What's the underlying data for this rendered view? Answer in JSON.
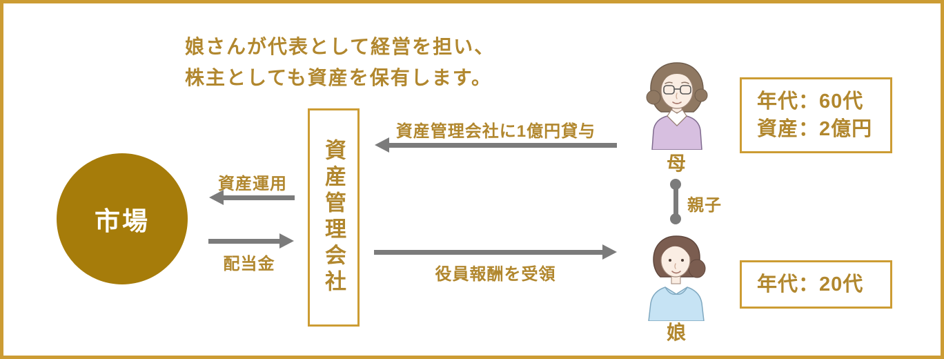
{
  "colors": {
    "frame_border": "#CC9C33",
    "accent_text_gold": "#B1872E",
    "market_circle_fill": "#A67C0A",
    "market_text": "#FFFFFF",
    "arrow_gray": "#7B7B7B"
  },
  "intro": {
    "line1": "娘さんが代表として経営を担い、",
    "line2": "株主としても資産を保有します。"
  },
  "market": {
    "label": "市場"
  },
  "company": {
    "label": "資産管理会社"
  },
  "arrows": {
    "asset_management": {
      "label": "資産運用",
      "direction": "company-to-market"
    },
    "dividend": {
      "label": "配当金",
      "direction": "market-to-company"
    },
    "loan": {
      "label": "資産管理会社に1億円貸与",
      "direction": "mother-to-company"
    },
    "salary": {
      "label": "役員報酬を受領",
      "direction": "company-to-daughter"
    }
  },
  "relationship": {
    "label": "親子"
  },
  "mother": {
    "label": "母",
    "info": {
      "line1": "年代：60代",
      "line2": "資産：2億円"
    }
  },
  "daughter": {
    "label": "娘",
    "info": {
      "line1": "年代：20代"
    }
  }
}
